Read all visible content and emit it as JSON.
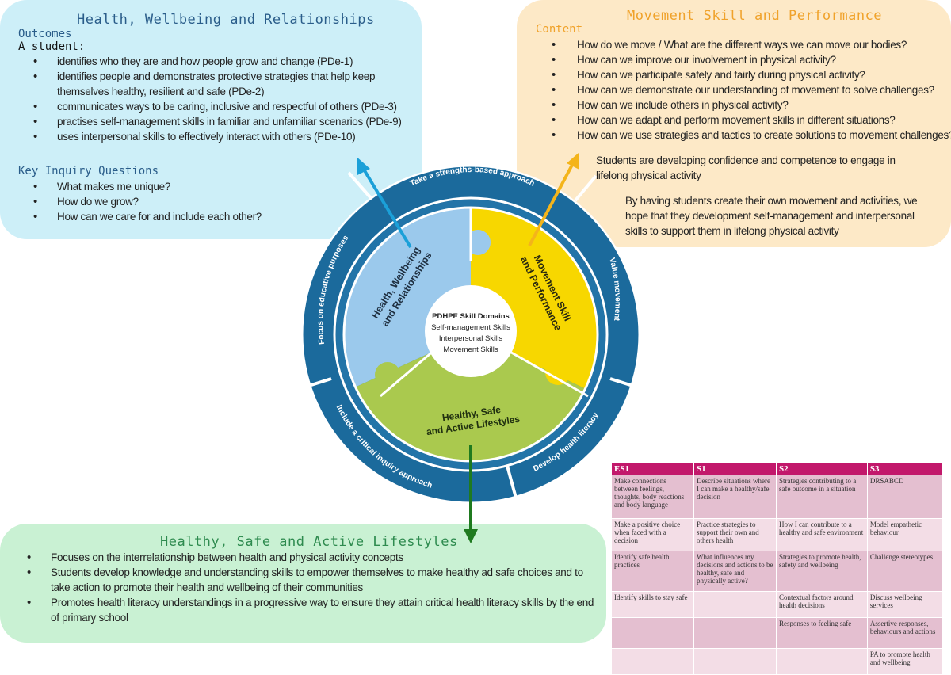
{
  "hwr": {
    "title": "Health, Wellbeing and Relationships",
    "outcomes_label": "Outcomes",
    "student_label": "A student:",
    "outcomes": [
      "identifies who they are and how people grow and change (PDe-1)",
      "identifies people and demonstrates protective strategies that help keep themselves healthy, resilient and safe (PDe-2)",
      "communicates ways to be caring, inclusive and respectful of others (PDe-3)",
      "practises self-management skills in familiar and unfamiliar scenarios (PDe-9)",
      "uses interpersonal skills to effectively interact with others (PDe-10)"
    ],
    "kiq_label": "Key Inquiry Questions",
    "questions": [
      "What makes me unique?",
      "How do we grow?",
      "How can we care for and include each other?"
    ],
    "color": "#cdeff8"
  },
  "msp": {
    "title": "Movement Skill and Performance",
    "content_label": "Content",
    "items": [
      "How do we move / What are the different ways we can move our bodies?",
      "How can we improve our involvement in physical activity?",
      "How can we participate safely and fairly during physical activity?",
      "How can we demonstrate our understanding of movement to solve challenges?",
      "How can we include others in physical activity?",
      "How can we adapt and perform movement skills in different situations?",
      "How can we use strategies and tactics to create solutions to movement challenges?"
    ],
    "para1": "Students are developing confidence and competence to engage in lifelong physical activity",
    "para2": "By having students create their own movement and activities, we hope that they development self-management and interpersonal skills to support them in lifelong physical activity",
    "color": "#fde9c7"
  },
  "hsal": {
    "title": "Healthy, Safe and Active Lifestyles",
    "items": [
      "Focuses on the interrelationship between health and physical activity concepts",
      "Students develop knowledge and understanding skills to empower themselves to make healthy ad safe choices and to take action to promote their health and wellbeing of their communities",
      "Promotes health literacy understandings in a progressive way to ensure they attain critical health literacy skills by the end of primary school"
    ],
    "color": "#c9f1d3"
  },
  "wheel": {
    "outer_labels": {
      "top": "Take a strengths-based approach",
      "right": "Value movement",
      "left": "Focus on educative purposes",
      "bottom_left": "Include a critical inquiry approach",
      "bottom_right": "Develop health literacy"
    },
    "pieces": {
      "hwr": [
        "Health, Wellbeing",
        "and Relationships"
      ],
      "msp": [
        "Movement Skill",
        "and Performance"
      ],
      "hsal": [
        "Healthy, Safe",
        "and Active Lifestyles"
      ]
    },
    "center": {
      "title": "PDHPE Skill Domains",
      "lines": [
        "Self-management Skills",
        "Interpersonal Skills",
        "Movement Skills"
      ]
    },
    "colors": {
      "ring": "#1b6a9c",
      "ring_border": "#ffffff",
      "hwr": "#9bc9ec",
      "msp": "#f7d700",
      "hsal": "#aac94e",
      "arrow_hwr": "#1ba0d8",
      "arrow_msp": "#f4b41a",
      "arrow_hsal": "#1f7a1f"
    }
  },
  "table": {
    "headers": [
      "ES1",
      "S1",
      "S2",
      "S3"
    ],
    "rows": [
      [
        "Make connections between feelings, thoughts, body reactions and body language",
        "Describe situations where I can make a healthy/safe decision",
        "Strategies contributing to a safe outcome in a situation",
        "DRSABCD"
      ],
      [
        "Make a positive choice when faced with a decision",
        "Practice strategies to support their own and others health",
        "How I can contribute to a healthy and safe environment",
        "Model empathetic behaviour"
      ],
      [
        "Identify safe health practices",
        "What influences my decisions and actions to be healthy, safe and physically active?",
        "Strategies to promote health, safety and wellbeing",
        "Challenge stereotypes"
      ],
      [
        "Identify skills to stay safe",
        "",
        "Contextual factors around health decisions",
        "Discuss wellbeing services"
      ],
      [
        "",
        "",
        "Responses to feeling safe",
        "Assertive responses, behaviours and actions"
      ],
      [
        "",
        "",
        "",
        "PA to promote health and wellbeing"
      ]
    ],
    "header_color": "#c2186b"
  }
}
